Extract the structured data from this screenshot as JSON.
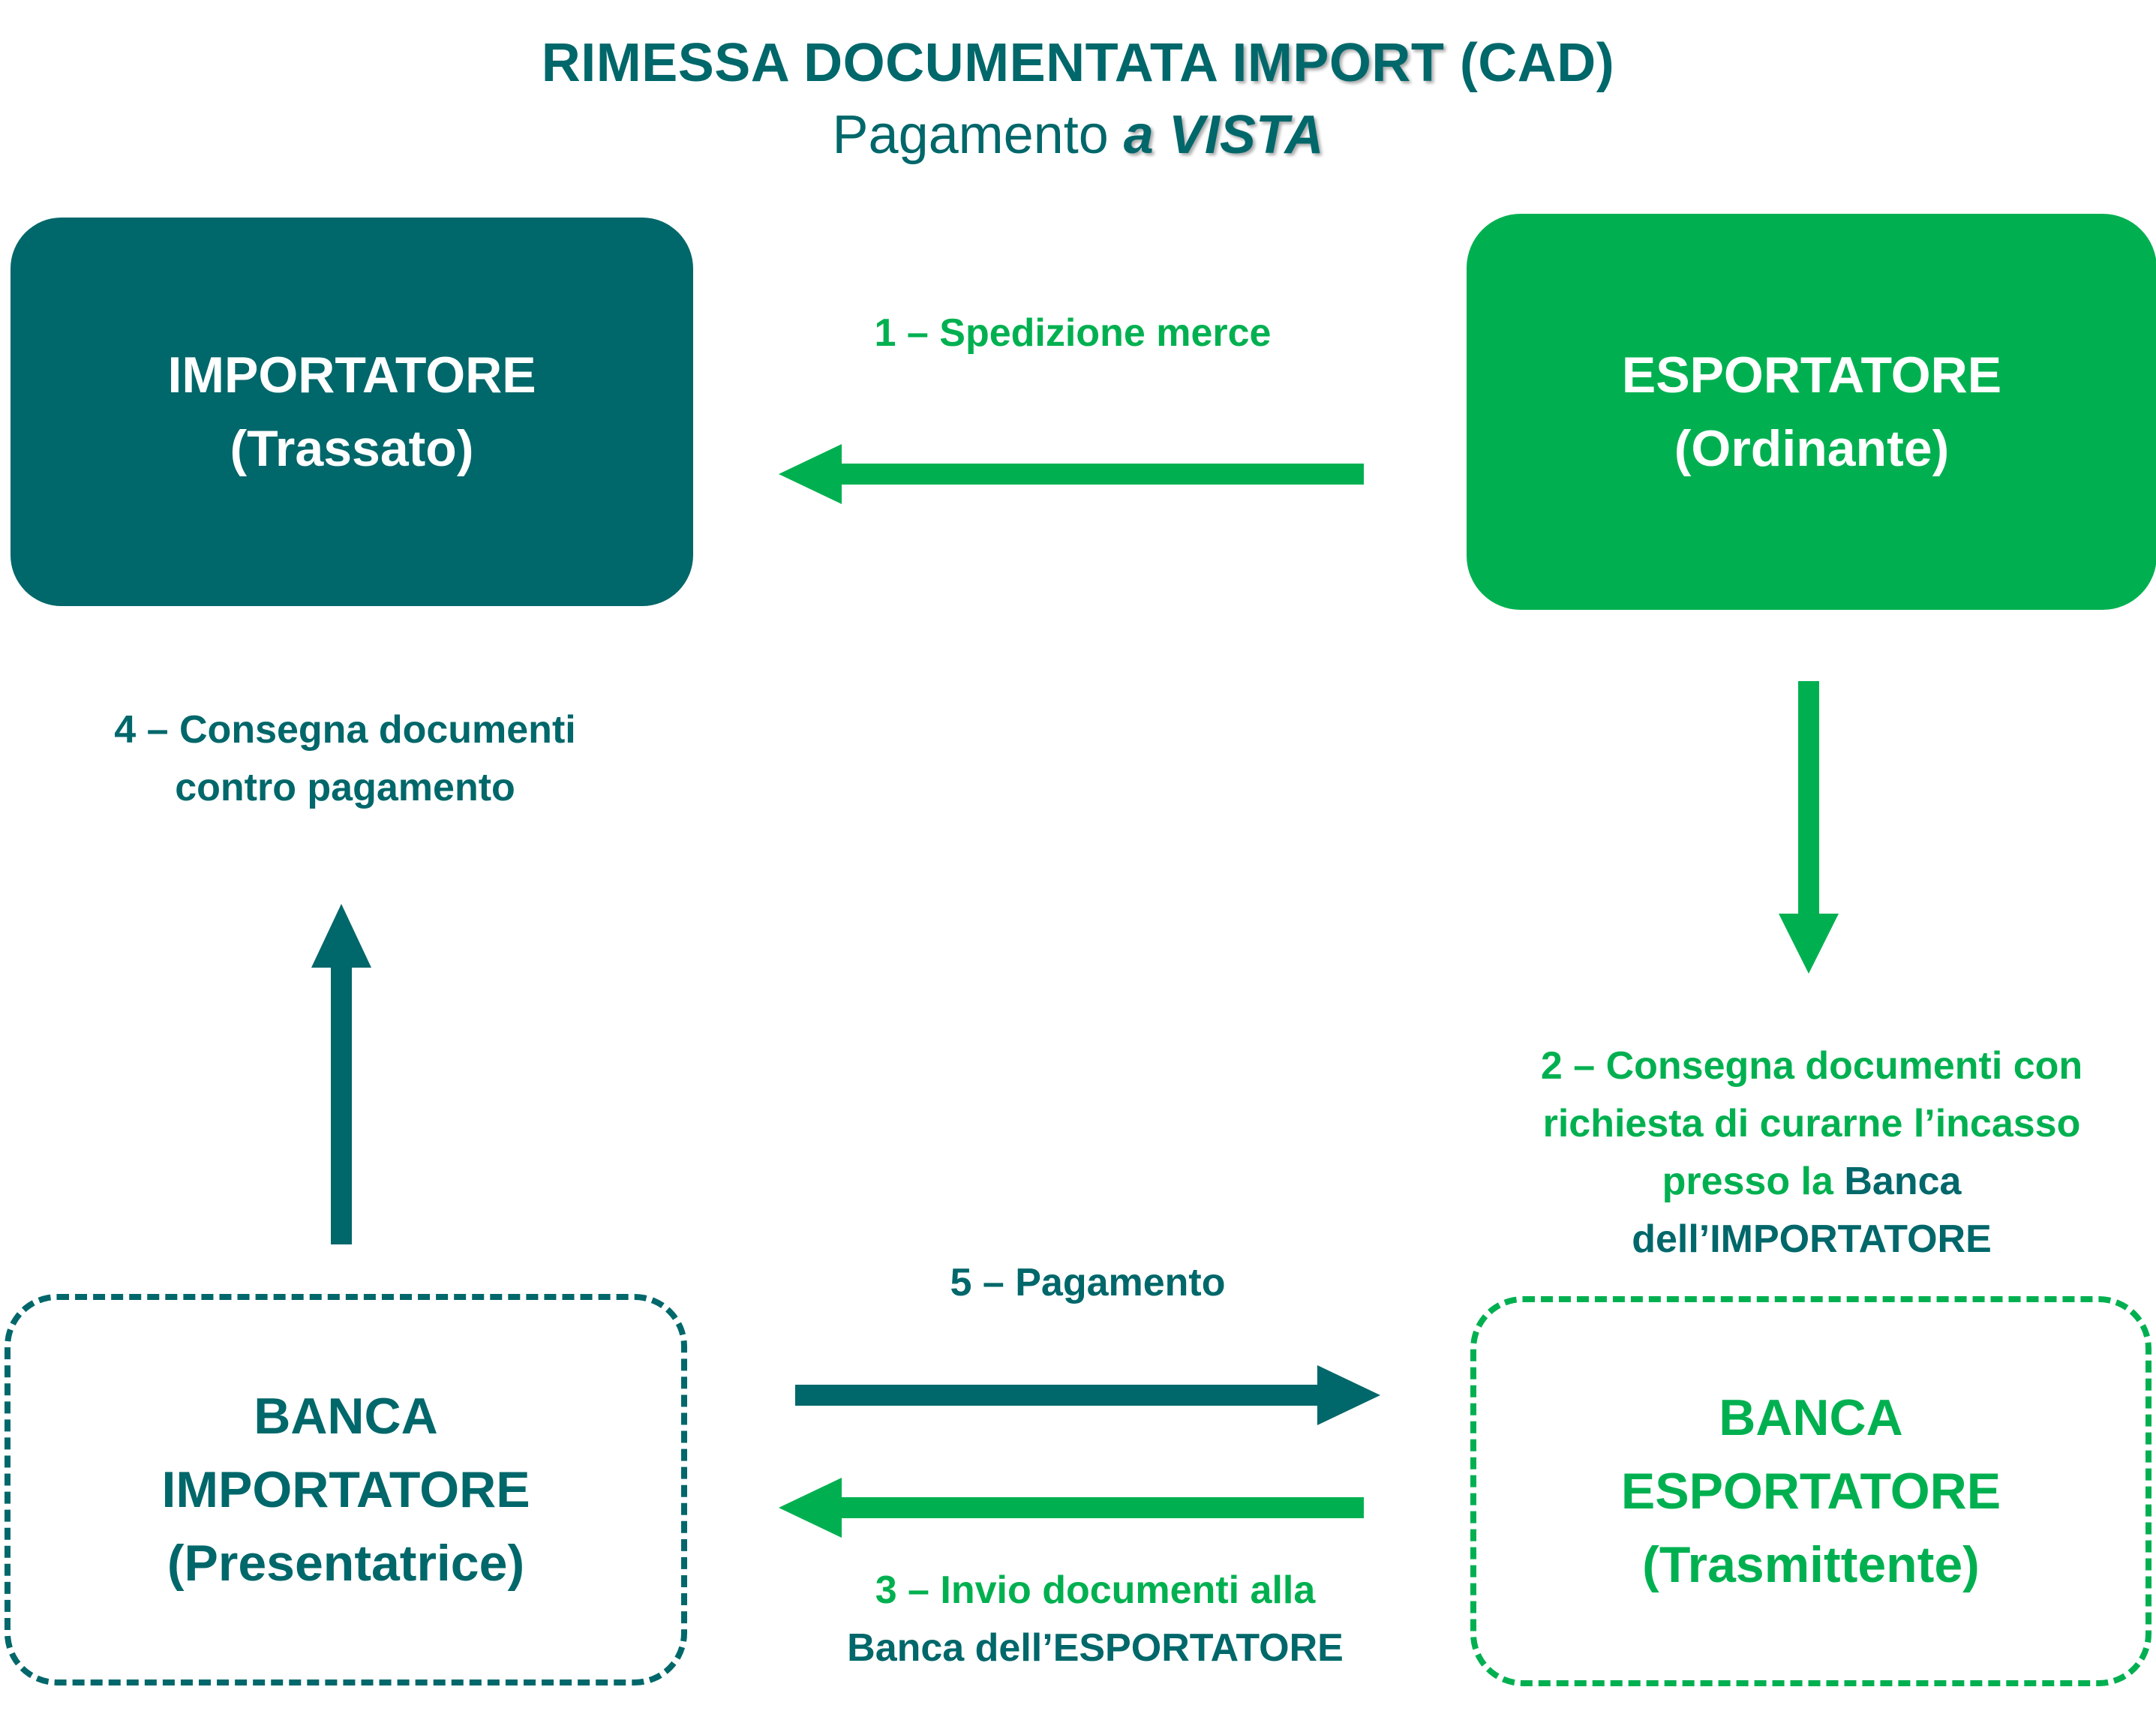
{
  "title": {
    "prefix": "RIMESSA DOCUMENTATA ",
    "emphasis": "IMPORT",
    "suffix": " (CAD)"
  },
  "subtitle": {
    "prefix": "Pagamento ",
    "emphasis": "a VISTA"
  },
  "nodes": {
    "importer": {
      "line1": "IMPORTATORE",
      "line2": "(Trassato)"
    },
    "exporter": {
      "line1": "ESPORTATORE",
      "line2": "(Ordinante)"
    },
    "bank_importer": {
      "line1": "BANCA",
      "line2": "IMPORTATORE",
      "line3": "(Presentatrice)"
    },
    "bank_exporter": {
      "line1": "BANCA",
      "line2": "ESPORTATORE",
      "line3": "(Trasmittente)"
    }
  },
  "steps": {
    "step1": "1 – Spedizione merce",
    "step2": {
      "line1": "2 – Consegna documenti con",
      "line2": "richiesta di curarne l’incasso",
      "line3a": "presso la ",
      "line3b": "Banca",
      "line4": "dell’IMPORTATORE"
    },
    "step3": {
      "line1": "3 – Invio documenti alla",
      "line2": "Banca dell’ESPORTATORE"
    },
    "step4": {
      "line1": "4 – Consegna documenti",
      "line2": "contro pagamento"
    },
    "step5": "5 – Pagamento"
  },
  "colors": {
    "teal": "#00676a",
    "green": "#00b050"
  }
}
